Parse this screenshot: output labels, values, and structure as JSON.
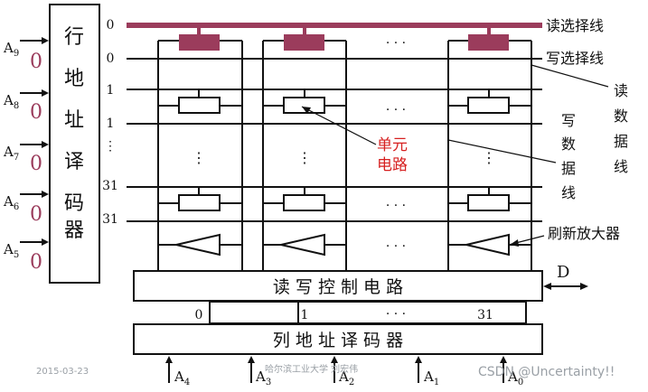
{
  "row_decoder": {
    "chars": [
      "行",
      "地",
      "址",
      "译",
      "码",
      "器"
    ]
  },
  "row_address_inputs": [
    {
      "letter": "A",
      "sub": "9",
      "value": "0"
    },
    {
      "letter": "A",
      "sub": "8",
      "value": "0"
    },
    {
      "letter": "A",
      "sub": "7",
      "value": "0"
    },
    {
      "letter": "A",
      "sub": "6",
      "value": "0"
    },
    {
      "letter": "A",
      "sub": "5",
      "value": "0"
    }
  ],
  "row_numbers": [
    "0",
    "0",
    "1",
    "1",
    "⋮",
    "31",
    "31"
  ],
  "labels": {
    "read_select": "读选择线",
    "write_select": "写选择线",
    "read_data_line": [
      "读",
      "数",
      "据",
      "线"
    ],
    "write_data_line": [
      "写",
      "数",
      "据",
      "线"
    ],
    "cell_circuit": [
      "单元",
      "电路"
    ],
    "refresh_amp": "刷新放大器",
    "rw_control": "读 写 控 制 电 路",
    "col_decoder": "列 地 址 译 码 器",
    "data_io": "D",
    "ellipsis": "· · ·"
  },
  "column_numbers": [
    "0",
    "1",
    "· · ·",
    "31"
  ],
  "col_address_inputs": [
    {
      "letter": "A",
      "sub": "4"
    },
    {
      "letter": "A",
      "sub": "3"
    },
    {
      "letter": "A",
      "sub": "2"
    },
    {
      "letter": "A",
      "sub": "1"
    },
    {
      "letter": "A",
      "sub": "0"
    }
  ],
  "footer": {
    "date": "2015-03-23",
    "institution": "哈尔滨工业大学 刘宏伟",
    "credit": "CSDN @Uncertainty!!"
  },
  "colors": {
    "select_bar": "#9b3c5c",
    "cell_label": "#d62020"
  }
}
